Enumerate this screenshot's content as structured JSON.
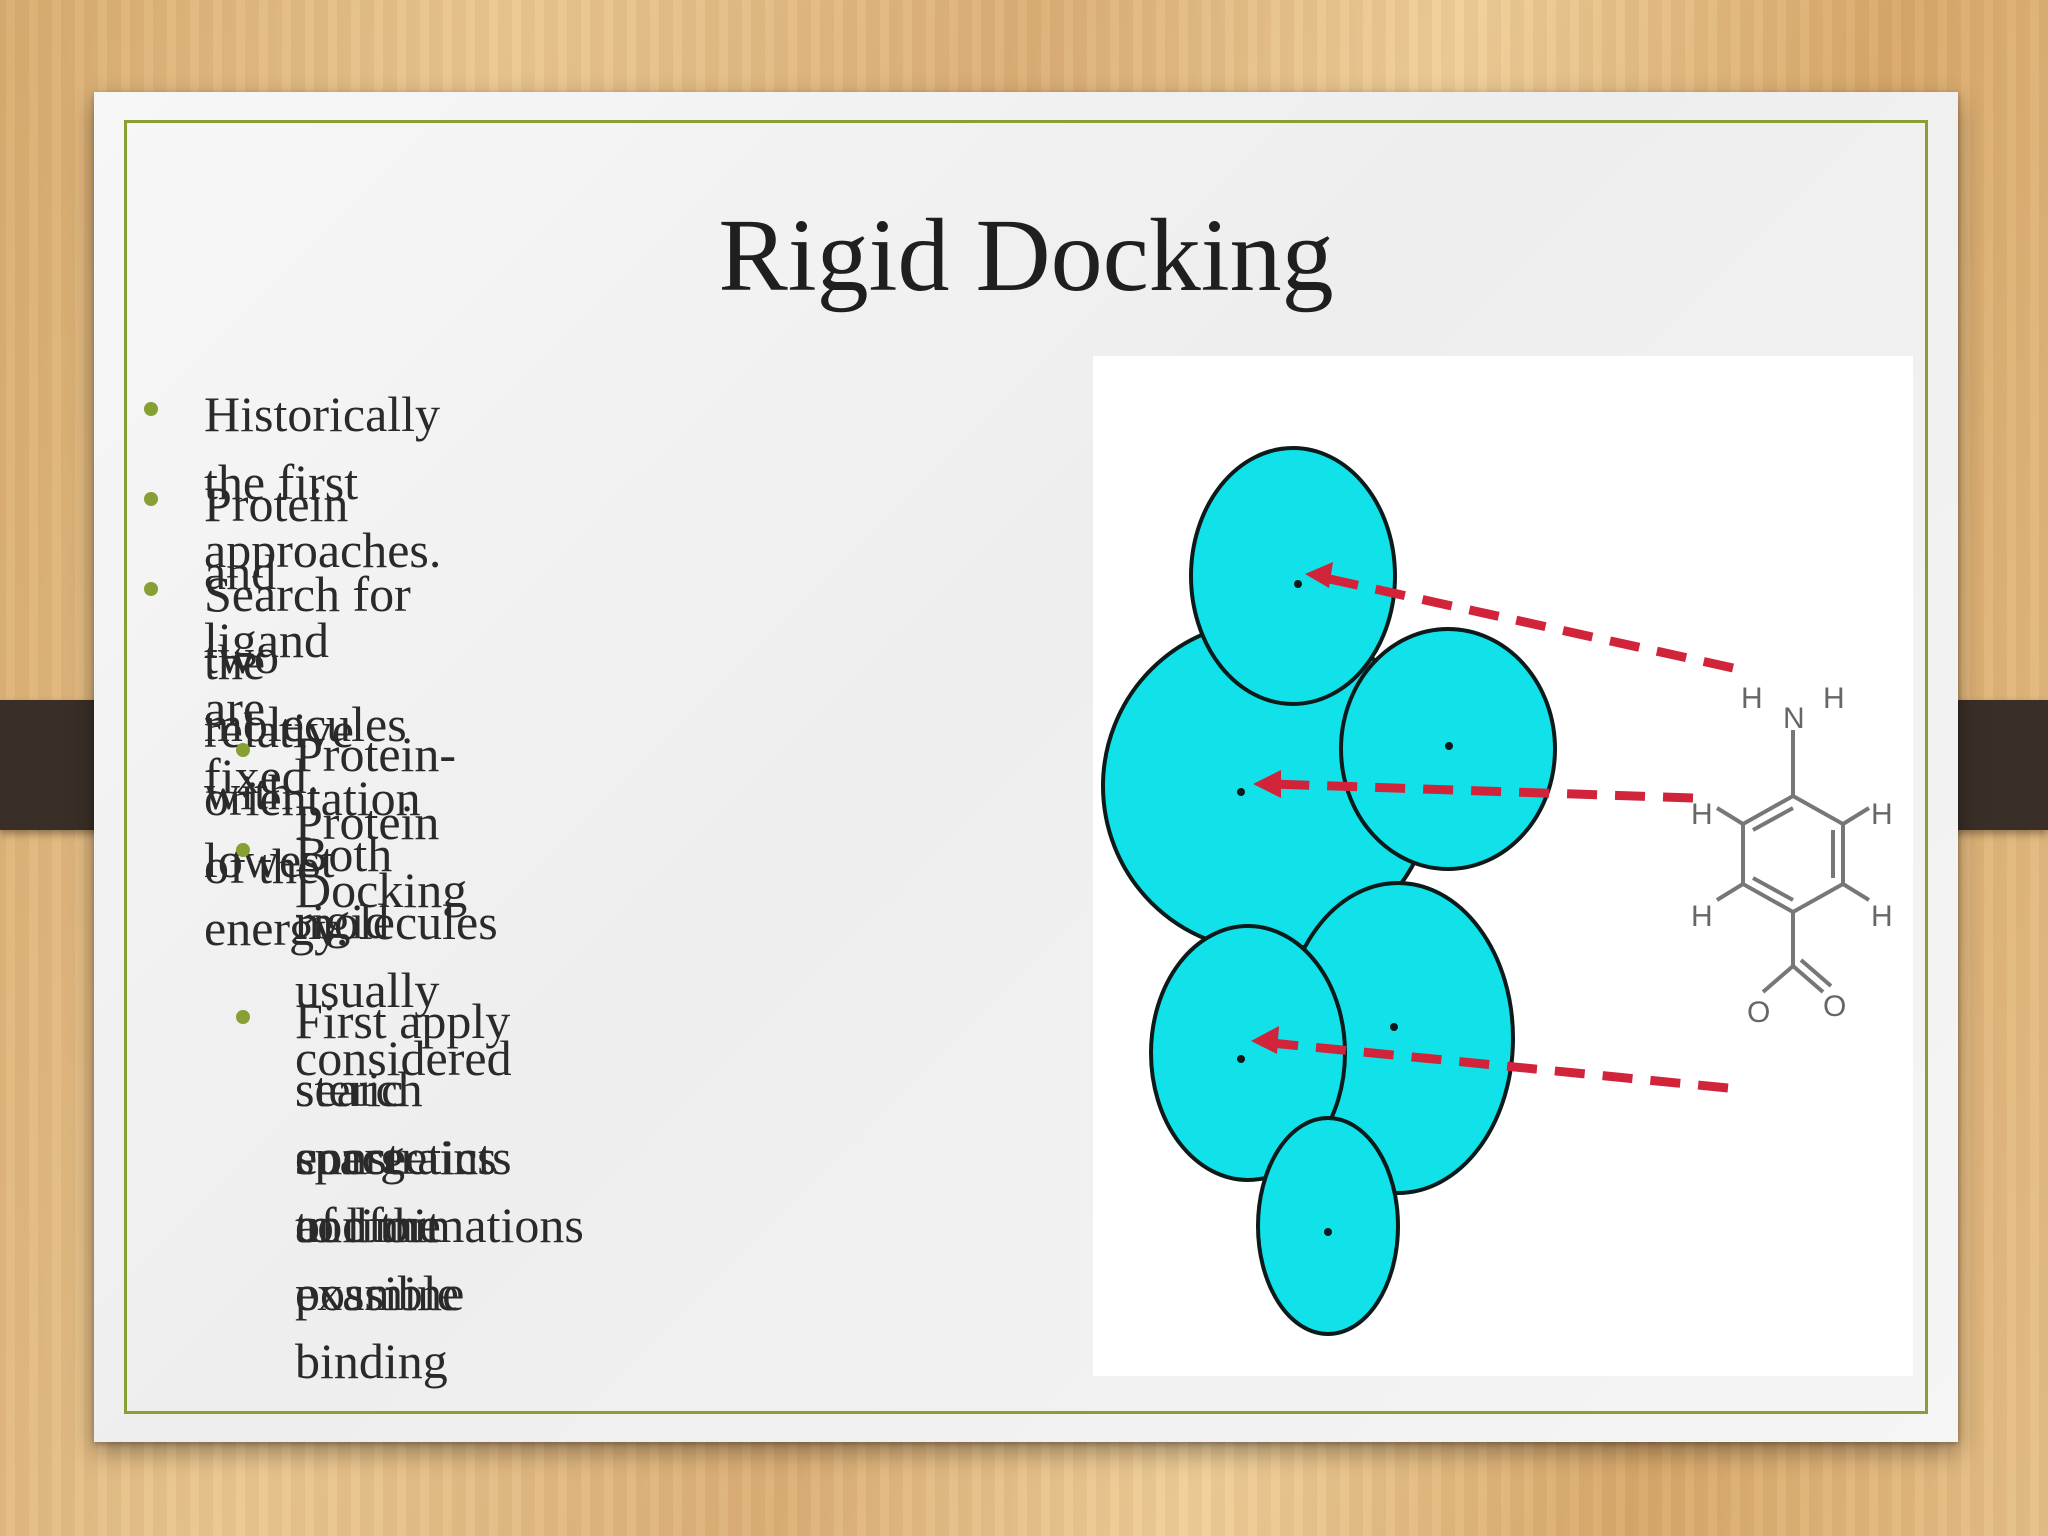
{
  "slide": {
    "title": "Rigid Docking",
    "bullets": [
      {
        "text": "Historically the first approaches."
      },
      {
        "text": "Protein and ligand are fixed."
      },
      {
        "lines": [
          "Search for the relative orientation of the",
          "two molecules with lowest energy."
        ]
      }
    ],
    "sub_bullets": [
      {
        "text": "Protein-Protein Docking"
      },
      {
        "lines": [
          "Both molecules usually considered",
          "rigid"
        ]
      },
      {
        "lines": [
          "First apply steric constraints to limit",
          "search space and the examine",
          "energetics of possible binding",
          "conformations"
        ]
      }
    ],
    "accent_color": "#86a033"
  },
  "figure": {
    "atom_labels": {
      "h": "H",
      "n": "N",
      "o": "O"
    },
    "circle_color": "#11e2ea",
    "arrow_color": "#d1243a"
  }
}
